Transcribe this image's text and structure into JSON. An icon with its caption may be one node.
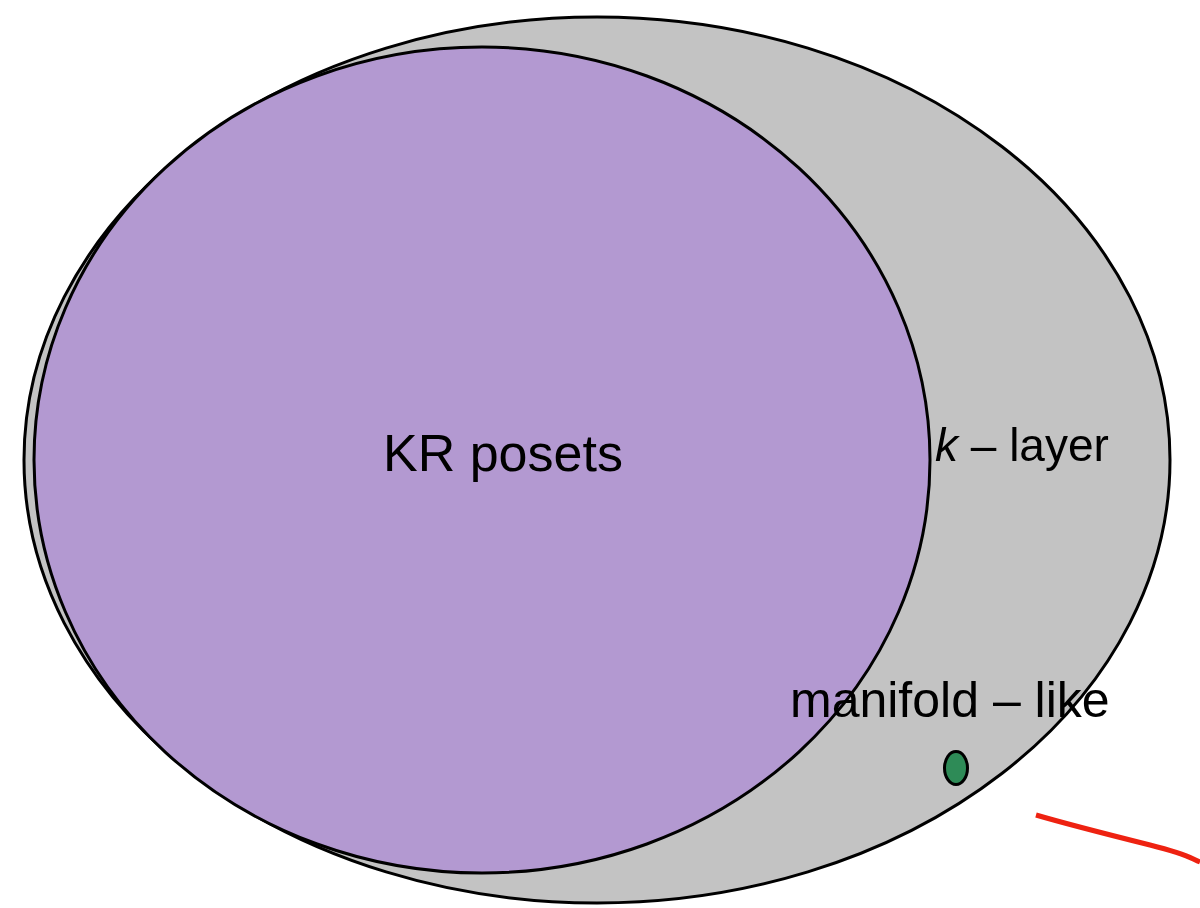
{
  "diagram": {
    "nodes": [
      {
        "text": [
          "*k* – layer"
        ]
      },
      {
        "text": [
          "KR posets"
        ],
        "in": 0
      },
      {
        "text": [
          "manifold – like"
        ],
        "in": 0
      }
    ]
  }
}
